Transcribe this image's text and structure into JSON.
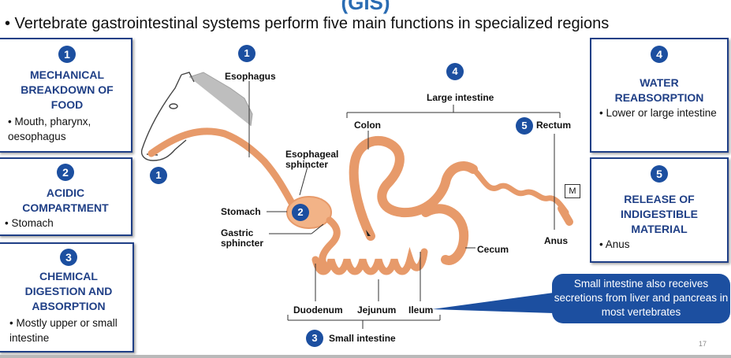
{
  "header": {
    "cut_title": "(GIS)",
    "bullet": "• Vertebrate gastrointestinal systems perform five main functions in specialized regions"
  },
  "functions": [
    {
      "num": "1",
      "title": "MECHANICAL BREAKDOWN OF FOOD",
      "item": "• Mouth, pharynx, oesophagus"
    },
    {
      "num": "2",
      "title": "ACIDIC COMPARTMENT",
      "item": "• Stomach"
    },
    {
      "num": "3",
      "title": "CHEMICAL DIGESTION AND ABSORPTION",
      "item": "• Mostly upper or small intestine"
    },
    {
      "num": "4",
      "title": "WATER REABSORPTION",
      "item": "• Lower or large intestine"
    },
    {
      "num": "5",
      "title": "RELEASE OF INDIGESTIBLE MATERIAL",
      "item": "• Anus"
    }
  ],
  "diagram": {
    "labels": {
      "esophagus": "Esophagus",
      "esophageal_sphincter": "Esophageal sphincter",
      "stomach": "Stomach",
      "gastric_sphincter": "Gastric sphincter",
      "large_intestine": "Large intestine",
      "colon": "Colon",
      "rectum": "Rectum",
      "cecum": "Cecum",
      "anus": "Anus",
      "duodenum": "Duodenum",
      "jejunum": "Jejunum",
      "ileum": "Ileum",
      "small_intestine": "Small intestine"
    },
    "numbers": {
      "mouth": "1",
      "esophagus": "1",
      "stomach": "2",
      "large_intestine": "4",
      "rectum": "5",
      "small_intestine": "3"
    },
    "m_marker": "M"
  },
  "callout": "Small intestine also receives secretions from liver and pancreas in most vertebrates",
  "slide_number": "17",
  "colors": {
    "accent": "#1c4fa0",
    "box_border": "#1f3f86",
    "gut": "#f2b387"
  }
}
